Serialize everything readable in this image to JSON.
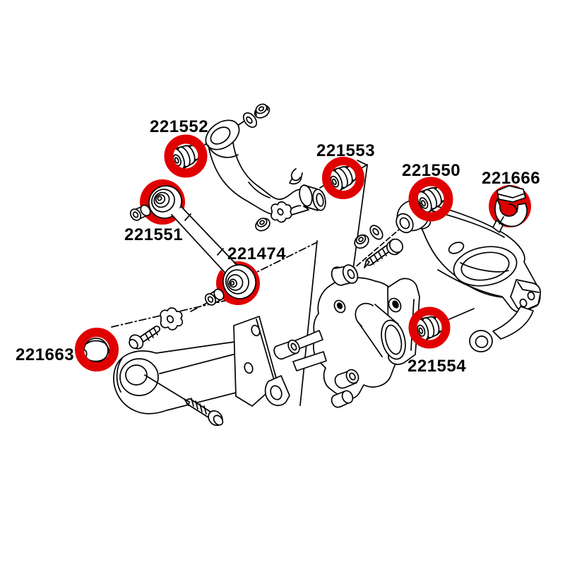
{
  "figure": {
    "kind": "exploded-parts-diagram",
    "subject": "rear-suspension-bushing-locations",
    "background_color": "#ffffff",
    "line_color": "#000000",
    "annotation_color": "#e00000",
    "label_text_color": "#000000",
    "callouts": [
      {
        "part_number": "221552",
        "marker": "ring"
      },
      {
        "part_number": "221553",
        "marker": "ring"
      },
      {
        "part_number": "221550",
        "marker": "ring"
      },
      {
        "part_number": "221666",
        "marker": "disc"
      },
      {
        "part_number": "221551",
        "marker": "disc"
      },
      {
        "part_number": "221474",
        "marker": "disc"
      },
      {
        "part_number": "221663",
        "marker": "ring"
      },
      {
        "part_number": "221554",
        "marker": "ring"
      }
    ]
  }
}
